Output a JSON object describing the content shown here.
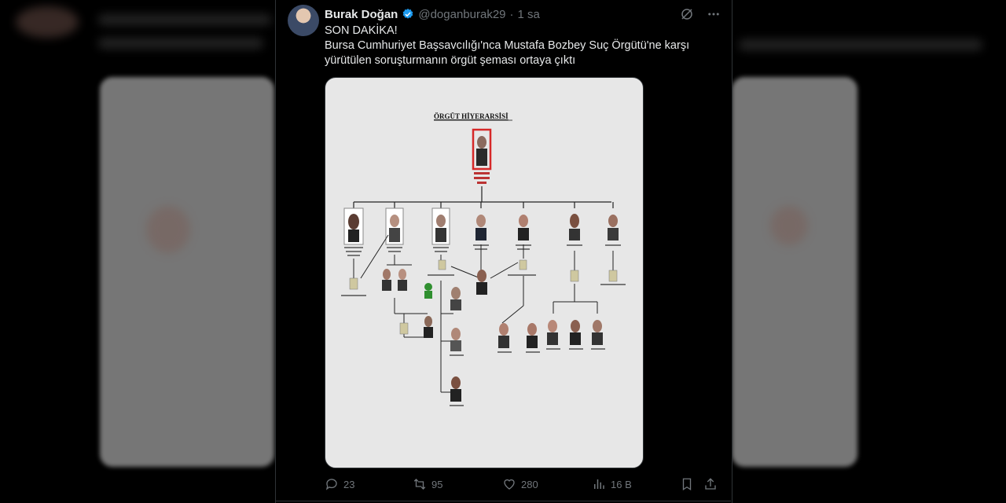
{
  "post": {
    "author_name": "Burak Doğan",
    "handle": "@doganburak29",
    "separator": "·",
    "time": "1 sa",
    "lines": [
      "SON DAKİKA!",
      "Bursa Cumhuriyet Başsavcılığı'nca Mustafa Bozbey Suç Örgütü'ne karşı",
      "yürütülen soruşturmanın örgüt şeması ortaya çıktı"
    ]
  },
  "media": {
    "title": "ÖRGÜT HİYERARSİSİ"
  },
  "actions": {
    "replies": "23",
    "reposts": "95",
    "likes": "280",
    "views": "16 B"
  },
  "icons": [
    "verified-badge-icon",
    "grok-icon",
    "more-icon",
    "reply-icon",
    "repost-icon",
    "like-icon",
    "views-icon",
    "bookmark-icon",
    "share-icon"
  ],
  "colors": {
    "accent": "#1d9bf0",
    "muted": "#71767b",
    "frame_red": "#d62828"
  }
}
